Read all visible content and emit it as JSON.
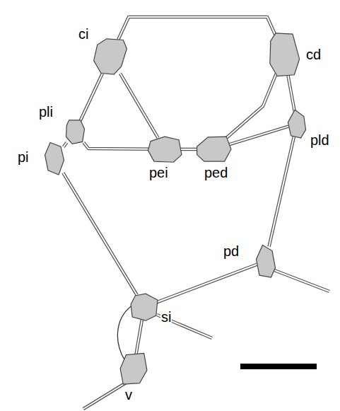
{
  "diagram": {
    "nodes": [
      {
        "text": [
          "ci"
        ]
      },
      {
        "text": [
          "cd"
        ]
      },
      {
        "text": [
          "pli"
        ]
      },
      {
        "text": [
          "pld"
        ]
      },
      {
        "text": [
          "pei"
        ]
      },
      {
        "text": [
          "ped"
        ]
      },
      {
        "text": [
          "pi"
        ]
      },
      {
        "text": [
          "pd"
        ]
      },
      {
        "text": [
          "si"
        ]
      },
      {
        "text": [
          "v"
        ]
      }
    ],
    "edges": [
      {
        "from": 0,
        "to": 1,
        "arrow": "none"
      },
      {
        "from": 0,
        "to": 2,
        "arrow": "none"
      },
      {
        "from": 0,
        "to": 4,
        "arrow": "none"
      },
      {
        "from": 2,
        "to": 6,
        "arrow": "none"
      },
      {
        "from": 2,
        "to": 4,
        "arrow": "none"
      },
      {
        "from": 1,
        "to": 5,
        "arrow": "none"
      },
      {
        "from": 1,
        "to": 3,
        "arrow": "none"
      },
      {
        "from": 3,
        "to": 5,
        "arrow": "none"
      },
      {
        "from": 4,
        "to": 5,
        "arrow": "none"
      },
      {
        "from": 6,
        "to": 8,
        "arrow": "none"
      },
      {
        "from": 3,
        "to": 7,
        "arrow": "none"
      },
      {
        "from": 7,
        "to": 8,
        "arrow": "none"
      },
      {
        "from": 8,
        "to": 9,
        "arrow": "none"
      }
    ]
  }
}
